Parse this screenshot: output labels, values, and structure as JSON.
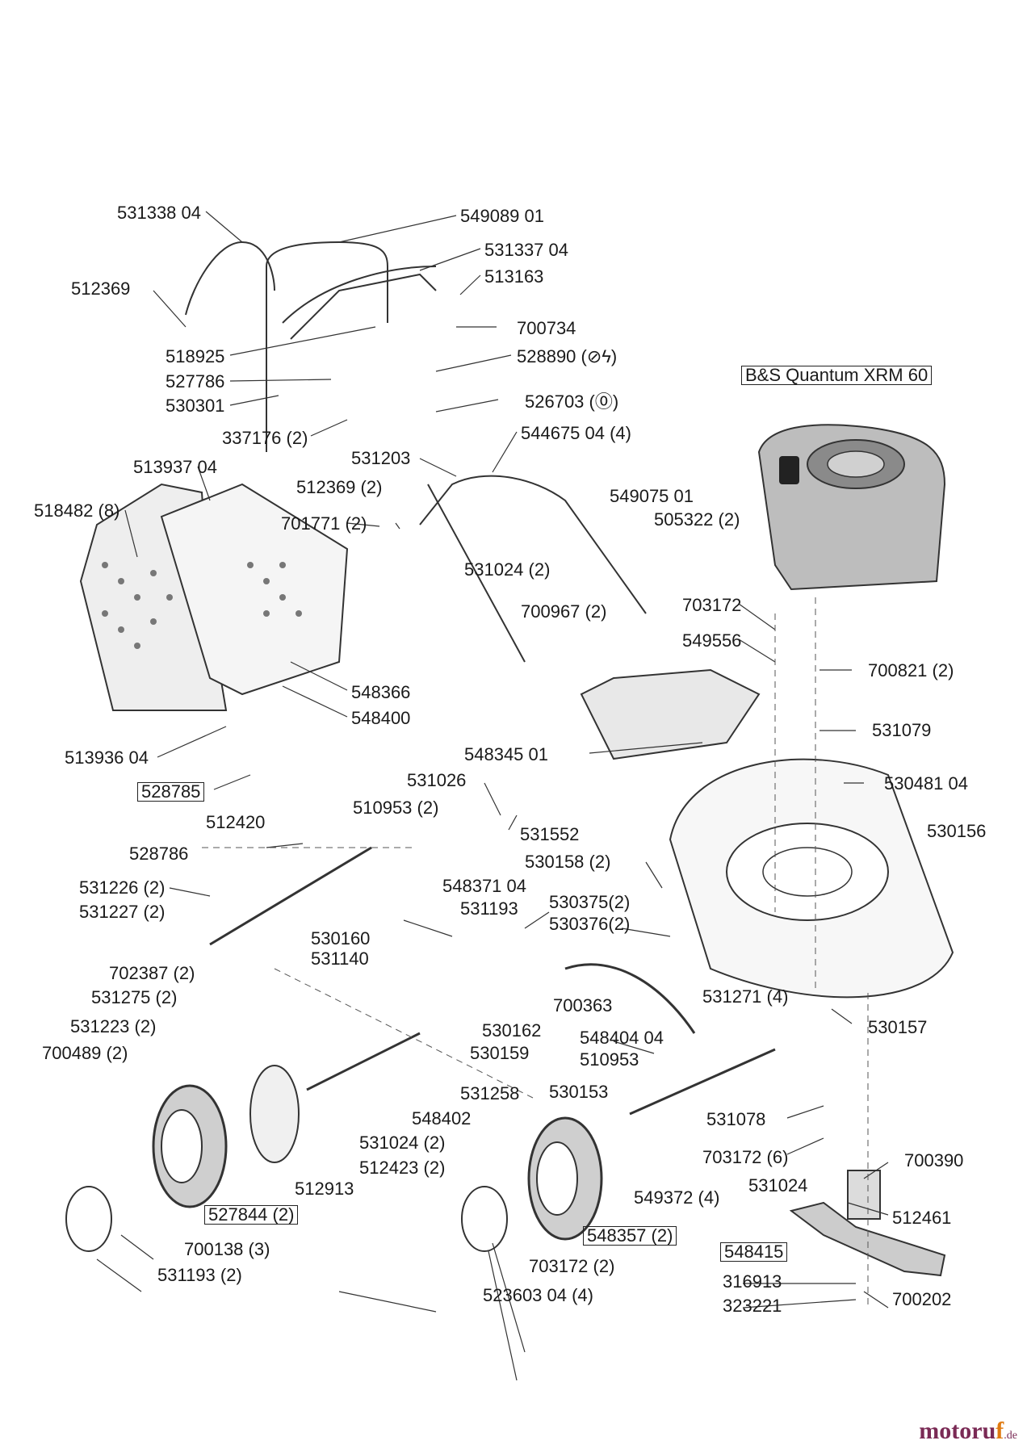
{
  "parts": {
    "p531338_04": "531338 04",
    "p549089_01": "549089 01",
    "p531337_04": "531337 04",
    "p512369": "512369",
    "p513163": "513163",
    "p700734": "700734",
    "p518925": "518925",
    "p528890": "528890 (⊘ϟ)",
    "p527786": "527786",
    "p530301": "530301",
    "p526703": "526703 (⓪)",
    "p337176": "337176 (2)",
    "p531203": "531203",
    "p544675": "544675 04 (4)",
    "p513937": "513937 04",
    "p512369_2": "512369 (2)",
    "p518482": "518482 (8)",
    "p701771": "701771 (2)",
    "p549075": "549075 01",
    "p505322": "505322 (2)",
    "p531024_2a": "531024 (2)",
    "p700967": "700967 (2)",
    "p703172a": "703172",
    "p549556": "549556",
    "p700821": "700821 (2)",
    "p548366": "548366",
    "p548400": "548400",
    "p513936": "513936 04",
    "p531079": "531079",
    "p548345": "548345 01",
    "p531026": "531026",
    "p530481": "530481 04",
    "p528785": "528785",
    "p510953_2": "510953 (2)",
    "p531552": "531552",
    "p512420": "512420",
    "p530156": "530156",
    "p530158": "530158 (2)",
    "p528786": "528786",
    "p548371": "548371 04",
    "p531226": "531226 (2)",
    "p531193": "531193",
    "p530375": "530375(2)",
    "p531227": "531227 (2)",
    "p530376": "530376(2)",
    "p530160": "530160",
    "p531140": "531140",
    "p702387": "702387 (2)",
    "p531271": "531271 (4)",
    "p531275": "531275 (2)",
    "p700363": "700363",
    "p530162": "530162",
    "p530157": "530157",
    "p531223": "531223 (2)",
    "p548404": "548404 04",
    "p530159": "530159",
    "p700489": "700489 (2)",
    "p510953": "510953",
    "p531258": "531258",
    "p530153": "530153",
    "p548402": "548402",
    "p531078": "531078",
    "p531024_2b": "531024 (2)",
    "p512423": "512423 (2)",
    "p703172_6": "703172 (6)",
    "p700390": "700390",
    "p512913": "512913",
    "p531024": "531024",
    "p549372": "549372 (4)",
    "p512461": "512461",
    "p527844": "527844 (2)",
    "p548357": "548357 (2)",
    "p548415": "548415",
    "p700138": "700138 (3)",
    "p703172_2": "703172 (2)",
    "p316913": "316913",
    "p700202": "700202",
    "p531193_2": "531193 (2)",
    "p523603": "523603 04 (4)",
    "p323221": "323221"
  },
  "engine_label": "B&S Quantum XRM 60",
  "watermark": {
    "brand_a": "motoru",
    "brand_f": "f",
    "tld": ".de"
  }
}
